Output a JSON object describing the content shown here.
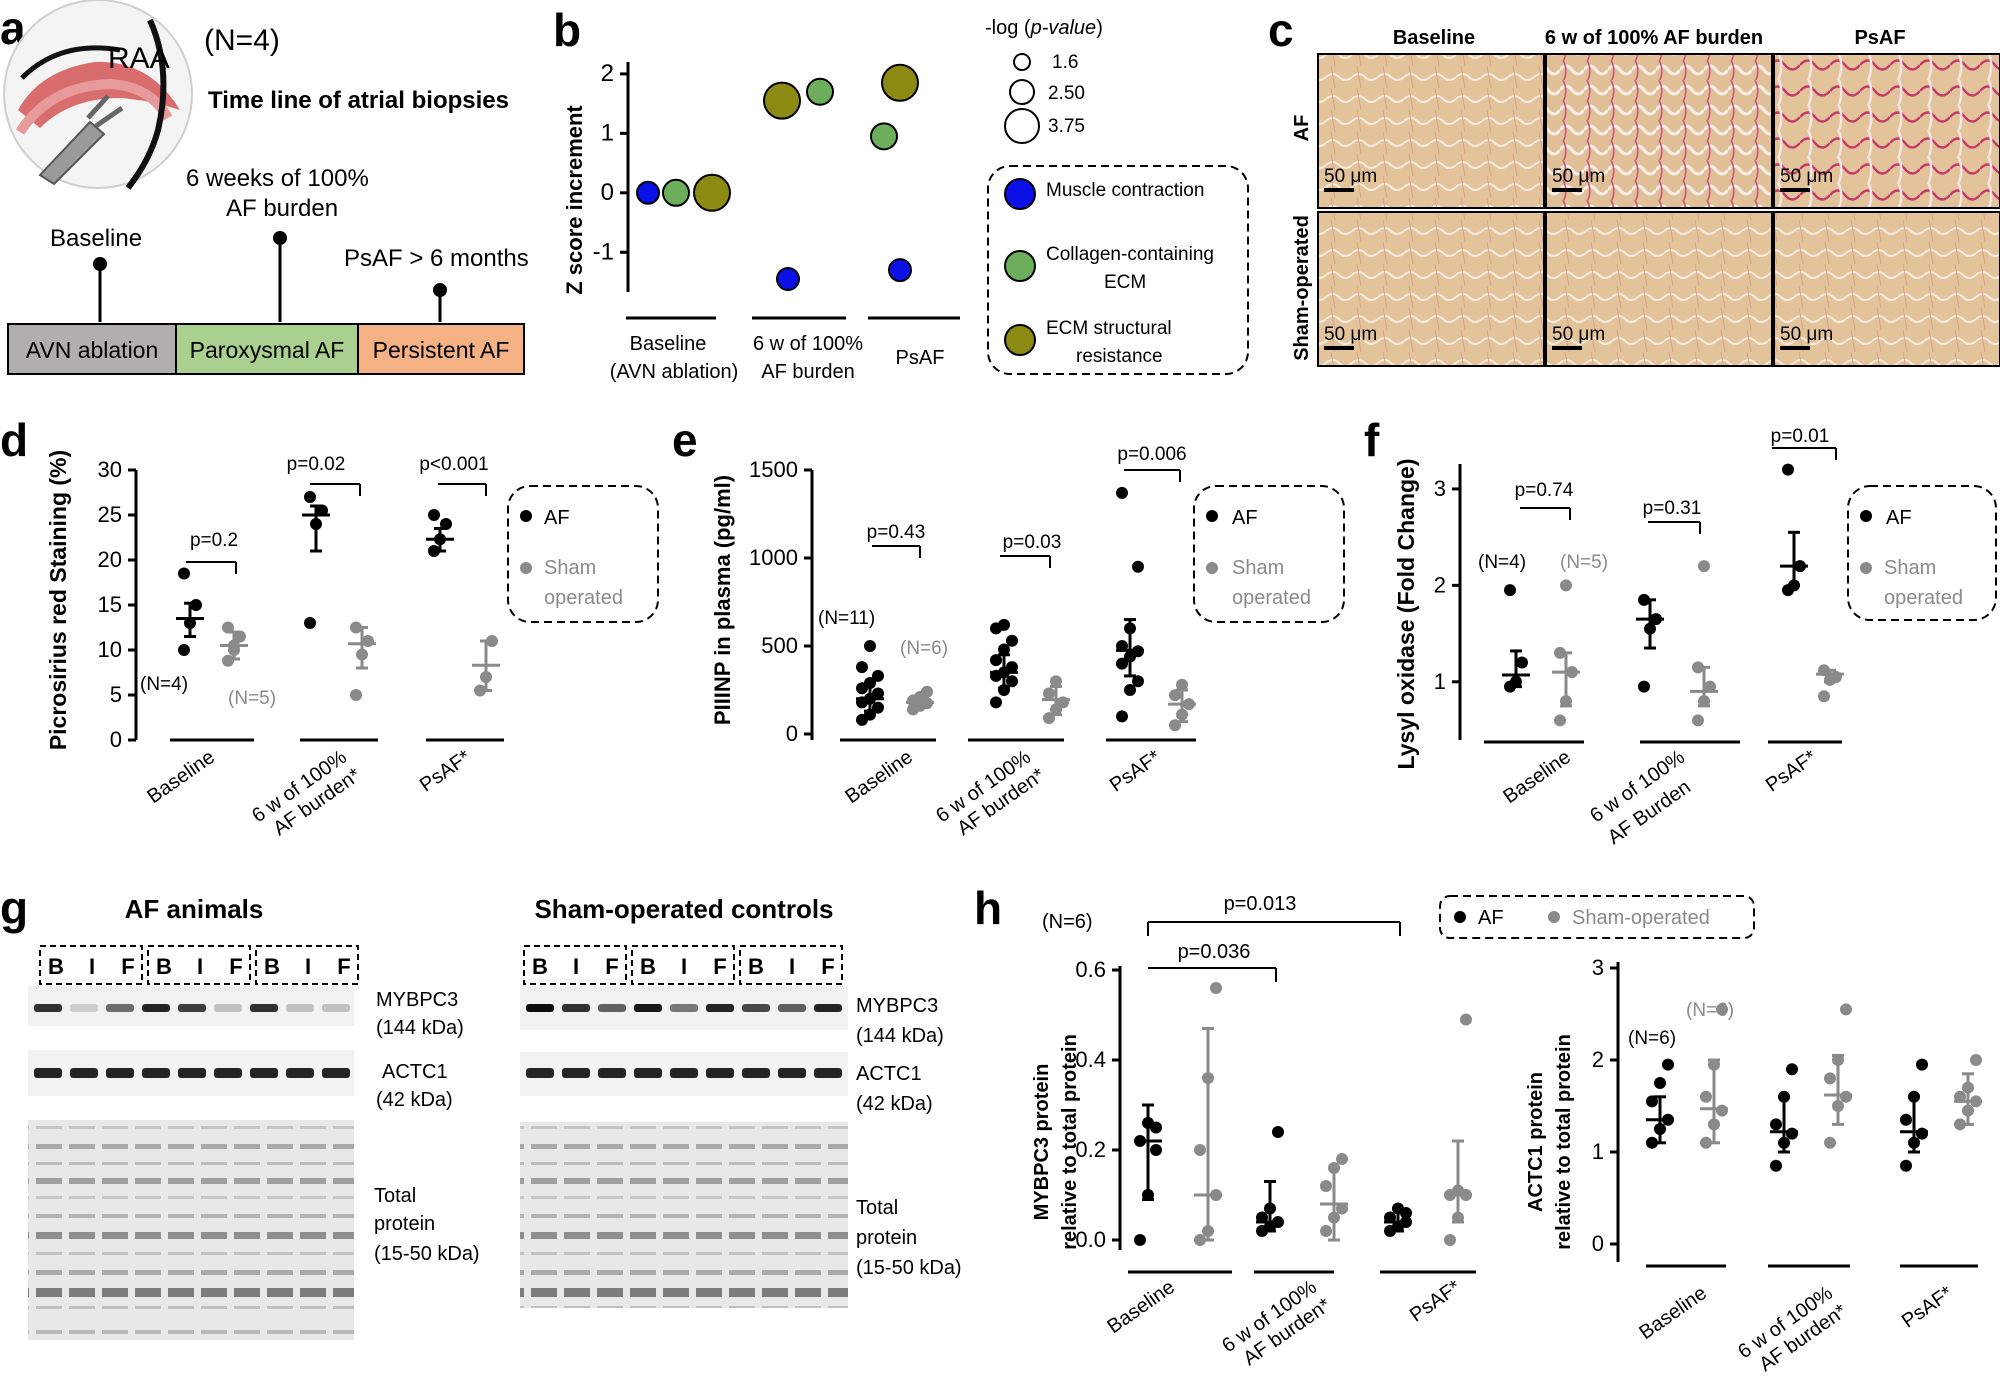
{
  "panels": {
    "a": {
      "label": "a",
      "rra_label": "RAA",
      "n_label": "(N=4)",
      "title": "Time line of atrial biopsies",
      "markers": [
        "Baseline",
        "6 weeks of 100%",
        "AF burden",
        "PsAF > 6 months"
      ],
      "segments": [
        {
          "label": "AVN ablation",
          "color": "#b0aeae"
        },
        {
          "label": "Paroxysmal AF",
          "color": "#a9d08e"
        },
        {
          "label": "Persistent  AF",
          "color": "#f4b183"
        }
      ]
    },
    "b": {
      "label": "b",
      "ylabel": "Z score increment",
      "yticks": [
        "2",
        "1",
        "0",
        "-1"
      ],
      "groups": [
        "Baseline",
        "(AVN ablation)",
        "6 w of 100%",
        "AF burden",
        "PsAF"
      ],
      "size_legend_title": "-log (",
      "size_legend_title_italic": "p-value",
      "size_legend_close": ")",
      "size_legend_values": [
        "1.6",
        "2.50",
        "3.75"
      ],
      "category_legend": [
        "Muscle contraction",
        "Collagen-containing",
        "ECM",
        "ECM structural",
        "resistance"
      ],
      "colors": {
        "muscle": "#0a10e6",
        "collagen": "#6cae5c",
        "ecm": "#8c8a12"
      }
    },
    "c": {
      "label": "c",
      "columns": [
        "Baseline",
        "6 w of 100% AF burden",
        "PsAF"
      ],
      "rows": [
        "AF",
        "Sham-operated"
      ],
      "scalebar": "50 μm"
    },
    "d": {
      "label": "d",
      "ylabel": "Picrosirius red Staining (%)",
      "yticks": [
        "0",
        "5",
        "10",
        "15",
        "20",
        "25",
        "30"
      ],
      "xgroups": [
        "Baseline",
        "6 w of 100%",
        "AF burden*",
        "PsAF*"
      ],
      "pvalues": [
        "p=0.2",
        "p=0.02",
        "p<0.001"
      ],
      "n_af": "(N=4)",
      "n_sham": "(N=5)",
      "legend": [
        "AF",
        "Sham",
        "operated"
      ]
    },
    "e": {
      "label": "e",
      "ylabel": "PIIINP in plasma (pg/ml)",
      "yticks": [
        "0",
        "500",
        "1000",
        "1500"
      ],
      "xgroups": [
        "Baseline",
        "6 w of 100%",
        "AF burden*",
        "PsAF*"
      ],
      "pvalues": [
        "p=0.43",
        "p=0.03",
        "p=0.006"
      ],
      "n_af": "(N=11)",
      "n_sham": "(N=6)",
      "legend": [
        "AF",
        "Sham",
        "operated"
      ]
    },
    "f": {
      "label": "f",
      "ylabel": "Lysyl oxidase (Fold Change)",
      "yticks": [
        "1",
        "2",
        "3"
      ],
      "xgroups": [
        "Baseline",
        "6 w of 100%",
        "AF Burden",
        "PsAF*"
      ],
      "pvalues": [
        "p=0.74",
        "p=0.31",
        "p=0.01"
      ],
      "n_af": "(N=4)",
      "n_sham": "(N=5)",
      "legend": [
        "AF",
        "Sham",
        "operated"
      ]
    },
    "g": {
      "label": "g",
      "left_title": "AF animals",
      "right_title": "Sham-operated controls",
      "lane_labels": [
        "B",
        "I",
        "F",
        "B",
        "I",
        "F",
        "B",
        "I",
        "F"
      ],
      "bands": [
        "MYBPC3",
        "(144 kDa)",
        "ACTC1",
        "(42 kDa)",
        "Total",
        "protein",
        "(15-50 kDa)"
      ]
    },
    "h": {
      "label": "h",
      "n_label": "(N=6)",
      "pvalues": [
        "p=0.013",
        "p=0.036"
      ],
      "legend": [
        "AF",
        "Sham-operated"
      ],
      "left_ylabel": [
        "MYBPC3 protein",
        "relative to total protein"
      ],
      "left_yticks": [
        "0.0",
        "0.2",
        "0.4",
        "0.6"
      ],
      "right_ylabel": [
        "ACTC1 protein",
        "relative to total protein"
      ],
      "right_yticks": [
        "0",
        "1",
        "2",
        "3"
      ],
      "n_af": "(N=6)",
      "n_sham": "(N=6)",
      "xgroups": [
        "Baseline",
        "6 w of 100%",
        "AF burden*",
        "PsAF*"
      ]
    }
  },
  "chart_data": [
    {
      "panel": "b",
      "type": "scatter",
      "ylabel": "Z score increment",
      "ylim": [
        -1.5,
        2.2
      ],
      "series": [
        {
          "name": "Muscle contraction",
          "color": "#0a10e6",
          "points": [
            {
              "group": "Baseline",
              "z": 0.0,
              "logp": 1.6
            },
            {
              "group": "6 w of 100% AF burden",
              "z": -1.45,
              "logp": 1.6
            },
            {
              "group": "PsAF",
              "z": -1.3,
              "logp": 1.6
            }
          ]
        },
        {
          "name": "Collagen-containing ECM",
          "color": "#6cae5c",
          "points": [
            {
              "group": "Baseline",
              "z": 0.0,
              "logp": 2.0
            },
            {
              "group": "6 w of 100% AF burden",
              "z": 1.7,
              "logp": 2.0
            },
            {
              "group": "PsAF",
              "z": 0.95,
              "logp": 2.0
            }
          ]
        },
        {
          "name": "ECM structural resistance",
          "color": "#8c8a12",
          "points": [
            {
              "group": "Baseline",
              "z": 0.0,
              "logp": 3.75
            },
            {
              "group": "6 w of 100% AF burden",
              "z": 1.55,
              "logp": 3.75
            },
            {
              "group": "PsAF",
              "z": 1.85,
              "logp": 3.75
            }
          ]
        }
      ]
    },
    {
      "panel": "d",
      "type": "scatter",
      "ylim": [
        0,
        30
      ],
      "categories": [
        "Baseline",
        "6 w of 100% AF burden*",
        "PsAF*"
      ],
      "series": [
        {
          "name": "AF",
          "means": [
            13.5,
            25,
            22.3
          ],
          "err": [
            [
              11.5,
              15.2
            ],
            [
              21,
              26
            ],
            [
              21,
              23.5
            ]
          ],
          "points": [
            [
              10,
              13,
              15,
              18.5
            ],
            [
              13,
              24,
              25.5,
              27
            ],
            [
              21,
              22.3,
              24,
              25
            ]
          ]
        },
        {
          "name": "Sham operated",
          "means": [
            10.5,
            10.7,
            8.3
          ],
          "err": [
            [
              9,
              12
            ],
            [
              8,
              12.5
            ],
            [
              5.5,
              11
            ]
          ],
          "points": [
            [
              8.8,
              10,
              11.5,
              12.5,
              10.5
            ],
            [
              5,
              9.5,
              11,
              12.5
            ],
            [
              5.5,
              7,
              11
            ]
          ]
        }
      ]
    },
    {
      "panel": "e",
      "type": "scatter",
      "ylim": [
        0,
        1500
      ],
      "categories": [
        "Baseline",
        "6 w of 100% AF burden*",
        "PsAF*"
      ],
      "series": [
        {
          "name": "AF",
          "means": [
            200,
            350,
            475
          ],
          "err": [
            [
              130,
              290
            ],
            [
              260,
              450
            ],
            [
              330,
              650
            ]
          ],
          "points": [
            [
              80,
              110,
              150,
              180,
              200,
              230,
              260,
              290,
              330,
              380,
              500
            ],
            [
              180,
              250,
              300,
              330,
              350,
              380,
              420,
              480,
              530,
              600,
              620
            ],
            [
              100,
              250,
              300,
              400,
              440,
              470,
              500,
              600,
              950,
              1370
            ]
          ]
        },
        {
          "name": "Sham operated",
          "means": [
            180,
            195
          ],
          "err": [
            [
              160,
              210
            ],
            [
              110,
              270
            ]
          ],
          "points": [
            [
              140,
              160,
              175,
              190,
              210,
              240
            ],
            [
              90,
              140,
              180,
              230,
              300
            ]
          ]
        },
        {
          "name": "Sham operated PsAF",
          "means": [
            170
          ],
          "err": [
            [
              70,
              250
            ]
          ],
          "points": [
            [
              50,
              110,
              170,
              220,
              280
            ]
          ]
        }
      ]
    },
    {
      "panel": "f",
      "type": "scatter",
      "ylim": [
        0.5,
        3.3
      ],
      "categories": [
        "Baseline",
        "6 w of 100% AF Burden",
        "PsAF*"
      ],
      "series": [
        {
          "name": "AF",
          "means": [
            1.07,
            1.65,
            2.2
          ],
          "err": [
            [
              0.95,
              1.32
            ],
            [
              1.35,
              1.85
            ],
            [
              2.0,
              2.55
            ]
          ],
          "points": [
            [
              0.95,
              1.0,
              1.2,
              1.95
            ],
            [
              0.95,
              1.55,
              1.65,
              1.85
            ],
            [
              1.95,
              2.0,
              2.2,
              3.2
            ]
          ]
        },
        {
          "name": "Sham operated",
          "means": [
            1.1,
            0.9,
            1.08
          ],
          "err": [
            [
              0.75,
              1.3
            ],
            [
              0.75,
              1.15
            ],
            [
              1.0,
              1.12
            ]
          ],
          "points": [
            [
              0.6,
              0.8,
              1.1,
              1.3,
              2.0
            ],
            [
              0.6,
              0.8,
              0.95,
              1.15,
              2.2
            ],
            [
              0.85,
              1.02,
              1.05,
              1.12
            ]
          ]
        }
      ]
    },
    {
      "panel": "h-left",
      "type": "scatter",
      "ylabel": "MYBPC3 protein relative to total protein",
      "ylim": [
        0,
        0.6
      ],
      "categories": [
        "Baseline",
        "6 w of 100% AF burden*",
        "PsAF*"
      ],
      "series": [
        {
          "name": "AF",
          "means": [
            0.22,
            0.04,
            0.04
          ],
          "err": [
            [
              0.09,
              0.3
            ],
            [
              0.02,
              0.13
            ],
            [
              0.02,
              0.07
            ]
          ],
          "points": [
            [
              0.0,
              0.1,
              0.2,
              0.22,
              0.26,
              0.25
            ],
            [
              0.02,
              0.03,
              0.04,
              0.05,
              0.07,
              0.24
            ],
            [
              0.02,
              0.03,
              0.04,
              0.05,
              0.07,
              0.06
            ]
          ]
        },
        {
          "name": "Sham-operated",
          "means": [
            0.1,
            0.08,
            0.1
          ],
          "err": [
            [
              0.0,
              0.47
            ],
            [
              0.0,
              0.16
            ],
            [
              0.04,
              0.22
            ]
          ],
          "points": [
            [
              0.0,
              0.02,
              0.1,
              0.2,
              0.36,
              0.56
            ],
            [
              0.02,
              0.05,
              0.07,
              0.12,
              0.16,
              0.18
            ],
            [
              0.0,
              0.05,
              0.1,
              0.1,
              0.11,
              0.49
            ]
          ]
        }
      ]
    },
    {
      "panel": "h-right",
      "type": "scatter",
      "ylabel": "ACTC1 protein relative to total protein",
      "ylim": [
        0,
        3
      ],
      "categories": [
        "Baseline",
        "6 w of 100% AF burden*",
        "PsAF*"
      ],
      "series": [
        {
          "name": "AF",
          "means": [
            1.35,
            1.22,
            1.22
          ],
          "err": [
            [
              1.1,
              1.6
            ],
            [
              1.0,
              1.6
            ],
            [
              1.0,
              1.6
            ]
          ],
          "points": [
            [
              1.1,
              1.25,
              1.35,
              1.55,
              1.75,
              1.95
            ],
            [
              0.85,
              1.1,
              1.2,
              1.3,
              1.6,
              1.9
            ],
            [
              0.85,
              1.1,
              1.2,
              1.35,
              1.6,
              1.95
            ]
          ]
        },
        {
          "name": "Sham-operated",
          "means": [
            1.47,
            1.62,
            1.55
          ],
          "err": [
            [
              1.1,
              2.0
            ],
            [
              1.3,
              2.05
            ],
            [
              1.3,
              1.85
            ]
          ],
          "points": [
            [
              1.1,
              1.3,
              1.45,
              1.6,
              1.95,
              2.55
            ],
            [
              1.1,
              1.5,
              1.6,
              1.8,
              2.0,
              2.55
            ],
            [
              1.3,
              1.45,
              1.55,
              1.6,
              1.7,
              2.0
            ]
          ]
        }
      ]
    }
  ]
}
